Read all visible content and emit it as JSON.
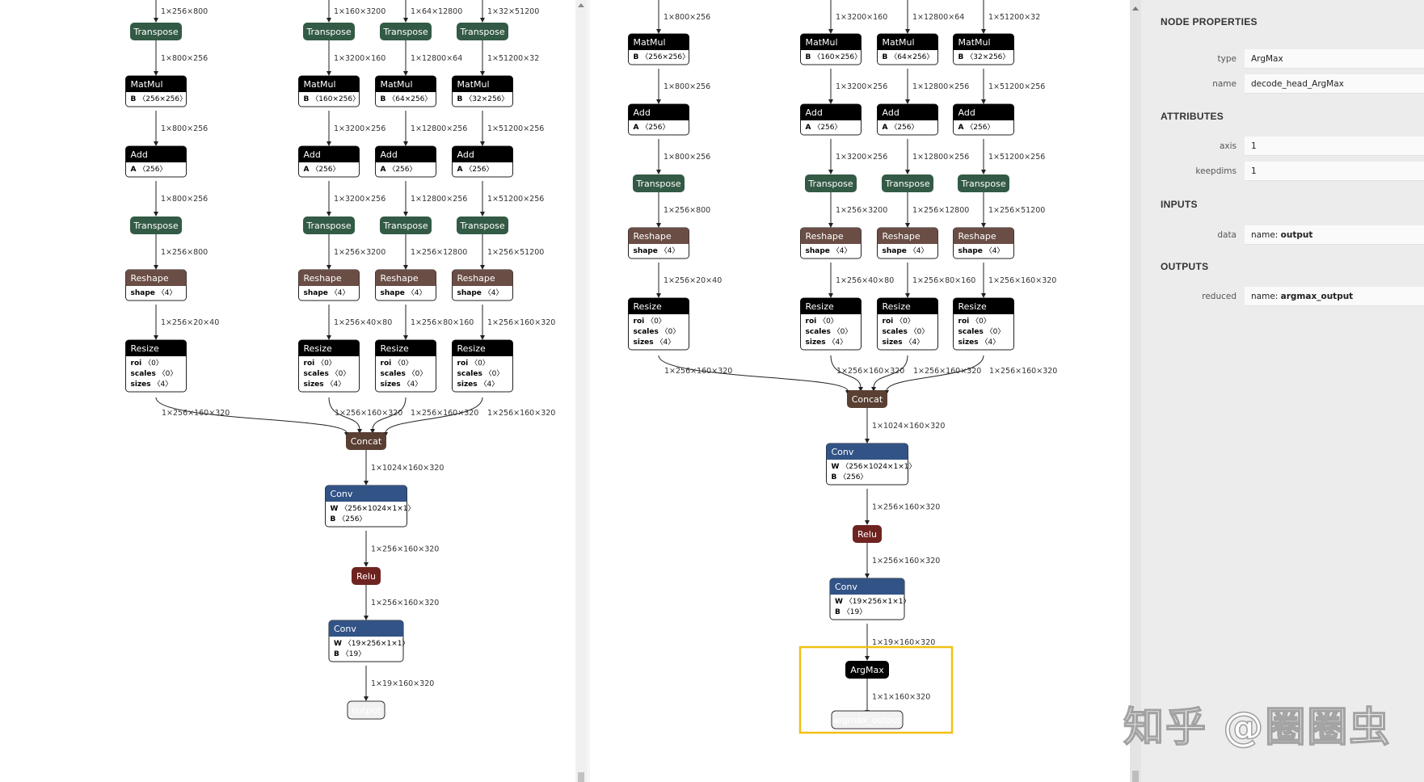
{
  "colors": {
    "transpose": "#335a45",
    "reshape": "#6a4e46",
    "compute": "#000000",
    "concat": "#5a3f33",
    "conv": "#325386",
    "relu": "#6f2320",
    "selection": "#f2c012"
  },
  "left_graph": {
    "top_edges": [
      "1×256×800",
      "1×160×3200",
      "1×64×12800",
      "1×32×51200"
    ],
    "columns": [
      {
        "transpose1": "Transpose",
        "e1": "1×800×256",
        "matmul": "MatMul",
        "matmul_attr": "B 〈256×256〉",
        "e2": "1×800×256",
        "add": "Add",
        "add_attr": "A 〈256〉",
        "e3": "1×800×256",
        "transpose2": "Transpose",
        "e4": "1×256×800",
        "reshape": "Reshape",
        "reshape_attr": "shape 〈4〉",
        "e5": "1×256×20×40",
        "resize": "Resize",
        "roi": "roi 〈0〉",
        "scales": "scales 〈0〉",
        "sizes": "sizes 〈4〉",
        "e6": "1×256×160×320"
      },
      {
        "transpose1": "Transpose",
        "e1": "1×3200×160",
        "matmul": "MatMul",
        "matmul_attr": "B 〈160×256〉",
        "e2": "1×3200×256",
        "add": "Add",
        "add_attr": "A 〈256〉",
        "e3": "1×3200×256",
        "transpose2": "Transpose",
        "e4": "1×256×3200",
        "reshape": "Reshape",
        "reshape_attr": "shape 〈4〉",
        "e5": "1×256×40×80",
        "resize": "Resize",
        "roi": "roi 〈0〉",
        "scales": "scales 〈0〉",
        "sizes": "sizes 〈4〉",
        "e6": "1×256×160×320"
      },
      {
        "transpose1": "Transpose",
        "e1": "1×12800×64",
        "matmul": "MatMul",
        "matmul_attr": "B 〈64×256〉",
        "e2": "1×12800×256",
        "add": "Add",
        "add_attr": "A 〈256〉",
        "e3": "1×12800×256",
        "transpose2": "Transpose",
        "e4": "1×256×12800",
        "reshape": "Reshape",
        "reshape_attr": "shape 〈4〉",
        "e5": "1×256×80×160",
        "resize": "Resize",
        "roi": "roi 〈0〉",
        "scales": "scales 〈0〉",
        "sizes": "sizes 〈4〉",
        "e6": "1×256×160×320"
      },
      {
        "transpose1": "Transpose",
        "e1": "1×51200×32",
        "matmul": "MatMul",
        "matmul_attr": "B 〈32×256〉",
        "e2": "1×51200×256",
        "add": "Add",
        "add_attr": "A 〈256〉",
        "e3": "1×51200×256",
        "transpose2": "Transpose",
        "e4": "1×256×51200",
        "reshape": "Reshape",
        "reshape_attr": "shape 〈4〉",
        "e5": "1×256×160×320",
        "resize": "Resize",
        "roi": "roi 〈0〉",
        "scales": "scales 〈0〉",
        "sizes": "sizes 〈4〉",
        "e6": "1×256×160×320"
      }
    ],
    "concat": "Concat",
    "e_concat": "1×1024×160×320",
    "conv1": "Conv",
    "conv1_w": "W 〈256×1024×1×1〉",
    "conv1_b": "B 〈256〉",
    "e_conv1": "1×256×160×320",
    "relu": "Relu",
    "e_relu": "1×256×160×320",
    "conv2": "Conv",
    "conv2_w": "W 〈19×256×1×1〉",
    "conv2_b": "B 〈19〉",
    "e_conv2": "1×19×160×320",
    "output": "output"
  },
  "right_graph": {
    "top_edges": [
      "1×800×256",
      "1×3200×160",
      "1×12800×64",
      "1×51200×32"
    ],
    "columns": [
      {
        "matmul": "MatMul",
        "matmul_attr": "B 〈256×256〉",
        "e2": "1×800×256",
        "add": "Add",
        "add_attr": "A 〈256〉",
        "e3": "1×800×256",
        "transpose2": "Transpose",
        "e4": "1×256×800",
        "reshape": "Reshape",
        "reshape_attr": "shape 〈4〉",
        "e5": "1×256×20×40",
        "resize": "Resize",
        "roi": "roi 〈0〉",
        "scales": "scales 〈0〉",
        "sizes": "sizes 〈4〉",
        "e6": "1×256×160×320"
      },
      {
        "matmul": "MatMul",
        "matmul_attr": "B 〈160×256〉",
        "e2": "1×3200×256",
        "add": "Add",
        "add_attr": "A 〈256〉",
        "e3": "1×3200×256",
        "transpose2": "Transpose",
        "e4": "1×256×3200",
        "reshape": "Reshape",
        "reshape_attr": "shape 〈4〉",
        "e5": "1×256×40×80",
        "resize": "Resize",
        "roi": "roi 〈0〉",
        "scales": "scales 〈0〉",
        "sizes": "sizes 〈4〉",
        "e6": "1×256×160×320"
      },
      {
        "matmul": "MatMul",
        "matmul_attr": "B 〈64×256〉",
        "e2": "1×12800×256",
        "add": "Add",
        "add_attr": "A 〈256〉",
        "e3": "1×12800×256",
        "transpose2": "Transpose",
        "e4": "1×256×12800",
        "reshape": "Reshape",
        "reshape_attr": "shape 〈4〉",
        "e5": "1×256×80×160",
        "resize": "Resize",
        "roi": "roi 〈0〉",
        "scales": "scales 〈0〉",
        "sizes": "sizes 〈4〉",
        "e6": "1×256×160×320"
      },
      {
        "matmul": "MatMul",
        "matmul_attr": "B 〈32×256〉",
        "e2": "1×51200×256",
        "add": "Add",
        "add_attr": "A 〈256〉",
        "e3": "1×51200×256",
        "transpose2": "Transpose",
        "e4": "1×256×51200",
        "reshape": "Reshape",
        "reshape_attr": "shape 〈4〉",
        "e5": "1×256×160×320",
        "resize": "Resize",
        "roi": "roi 〈0〉",
        "scales": "scales 〈0〉",
        "sizes": "sizes 〈4〉",
        "e6": "1×256×160×320"
      }
    ],
    "concat": "Concat",
    "e_concat": "1×1024×160×320",
    "conv1": "Conv",
    "conv1_w": "W 〈256×1024×1×1〉",
    "conv1_b": "B 〈256〉",
    "e_conv1": "1×256×160×320",
    "relu": "Relu",
    "e_relu": "1×256×160×320",
    "conv2": "Conv",
    "conv2_w": "W 〈19×256×1×1〉",
    "conv2_b": "B 〈19〉",
    "e_conv2": "1×19×160×320",
    "argmax": "ArgMax",
    "e_argmax": "1×1×160×320",
    "argmax_output": "argmax_output"
  },
  "properties": {
    "title": "NODE PROPERTIES",
    "type_label": "type",
    "type_value": "ArgMax",
    "name_label": "name",
    "name_value": "decode_head_ArgMax",
    "attributes_title": "ATTRIBUTES",
    "axis_label": "axis",
    "axis_value": "1",
    "keepdims_label": "keepdims",
    "keepdims_value": "1",
    "inputs_title": "INPUTS",
    "data_label": "data",
    "data_prefix": "name: ",
    "data_value": "output",
    "outputs_title": "OUTPUTS",
    "reduced_label": "reduced",
    "reduced_prefix": "name: ",
    "reduced_value": "argmax_output"
  },
  "watermark": "知乎 @圈圈虫"
}
